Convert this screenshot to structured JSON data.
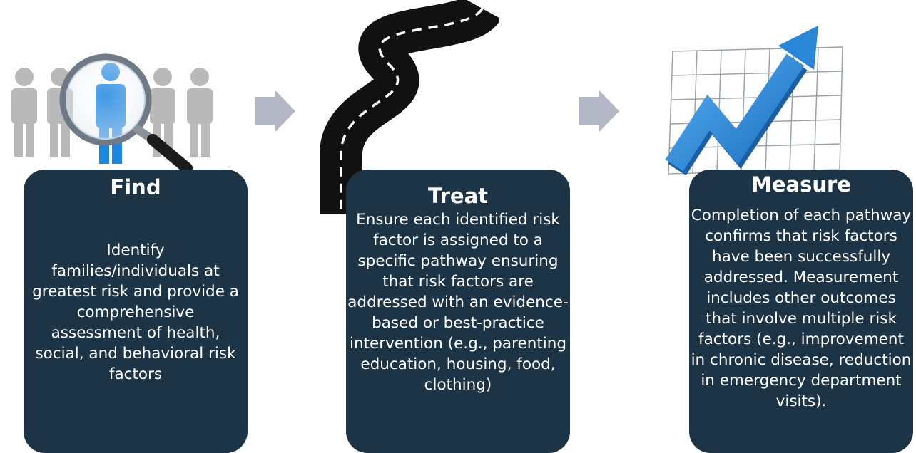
{
  "steps": [
    {
      "title": "Find",
      "description": "Identify families/individuals at greatest risk and provide a comprehensive assessment of health, social, and behavioral risk factors",
      "illustration": "people-magnifier-icon"
    },
    {
      "title": "Treat",
      "description": "Ensure each identified risk factor is assigned to a specific pathway ensuring that risk factors are addressed with an evidence-based or best-practice intervention (e.g., parenting education, housing, food, clothing)",
      "illustration": "winding-road-icon"
    },
    {
      "title": "Measure",
      "description": "Completion of each pathway confirms that risk factors have been successfully addressed. Measurement includes other outcomes that involve multiple risk factors (e.g., improvement in chronic disease, reduction in emergency department visits).",
      "illustration": "rising-chart-icon"
    }
  ],
  "colors": {
    "card": "#1d3447",
    "card_text": "#ffffff",
    "arrow": "#b4b7c6",
    "person": "#b9b9b9",
    "person_highlight": "#1f86e0",
    "road": "#111111",
    "chart_arrow": "#2a86d6"
  }
}
